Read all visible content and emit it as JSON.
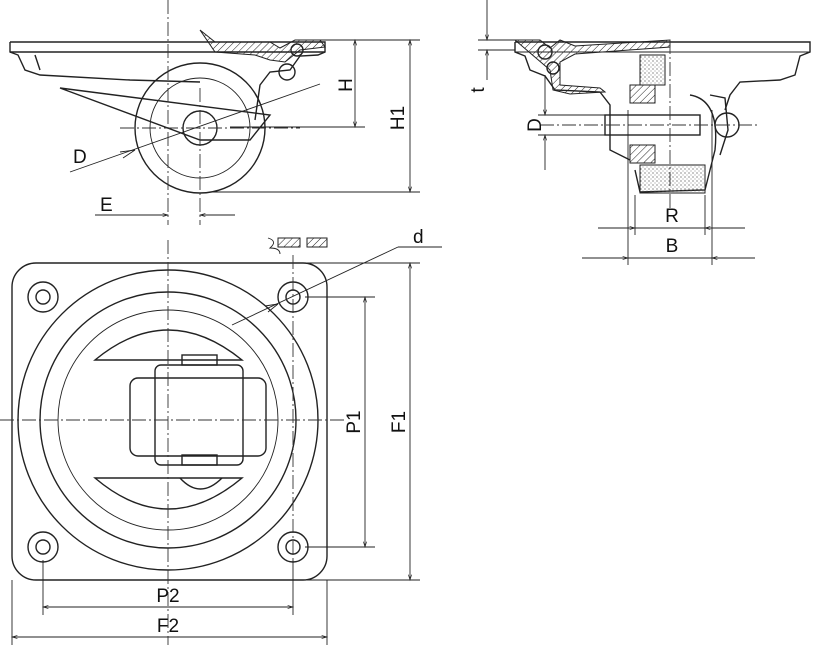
{
  "title": "Caster dimension drawing",
  "labels": {
    "side_H": "H",
    "side_H1": "H1",
    "side_D": "D",
    "side_E": "E",
    "front_t": "t",
    "front_D": "D",
    "front_R": "R",
    "front_B": "B",
    "plan_d": "d",
    "plan_P1": "P1",
    "plan_F1": "F1",
    "plan_P2": "P2",
    "plan_F2": "F2"
  }
}
